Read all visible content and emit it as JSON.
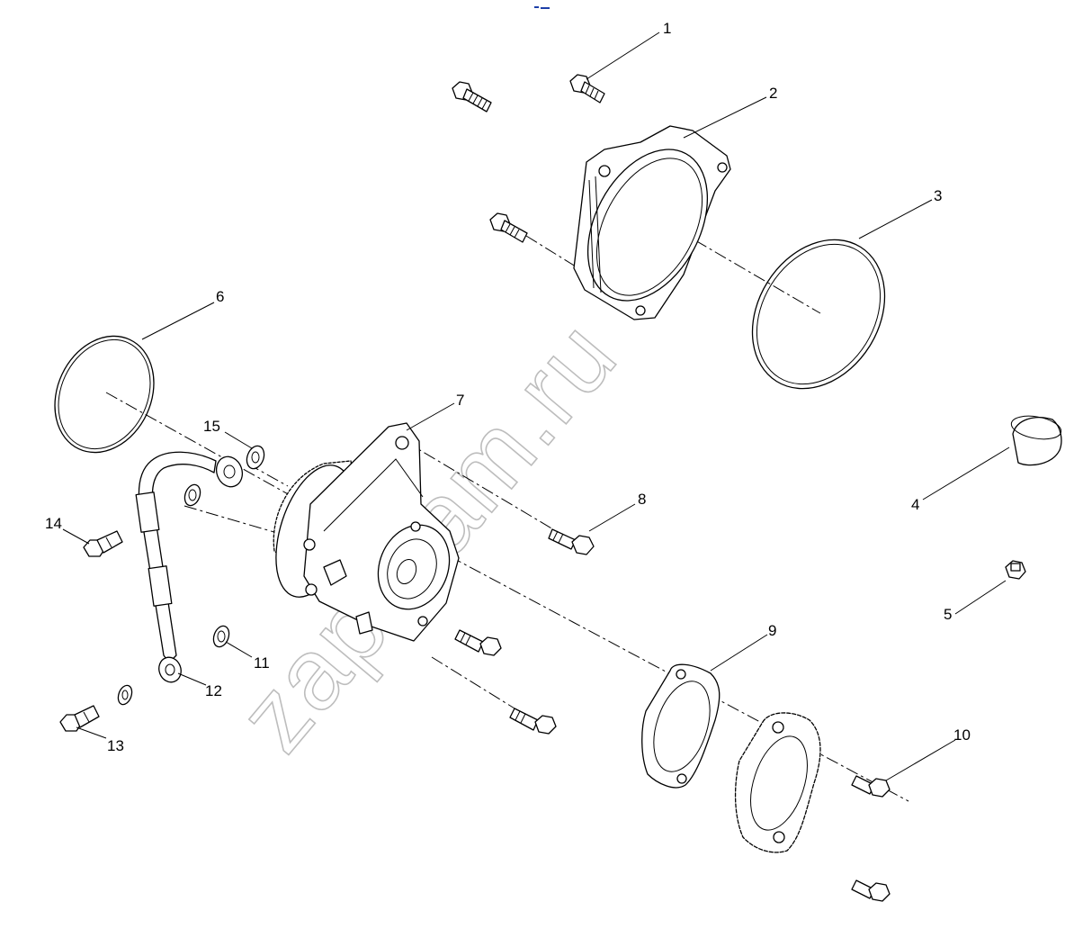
{
  "diagram": {
    "watermark": "zap-kam.ru",
    "accent_color": "#1d3fa8",
    "callouts": [
      {
        "num": "1"
      },
      {
        "num": "2"
      },
      {
        "num": "3"
      },
      {
        "num": "4"
      },
      {
        "num": "5"
      },
      {
        "num": "6"
      },
      {
        "num": "7"
      },
      {
        "num": "8"
      },
      {
        "num": "9"
      },
      {
        "num": "10"
      },
      {
        "num": "11"
      },
      {
        "num": "12"
      },
      {
        "num": "13"
      },
      {
        "num": "14"
      },
      {
        "num": "15"
      }
    ]
  }
}
